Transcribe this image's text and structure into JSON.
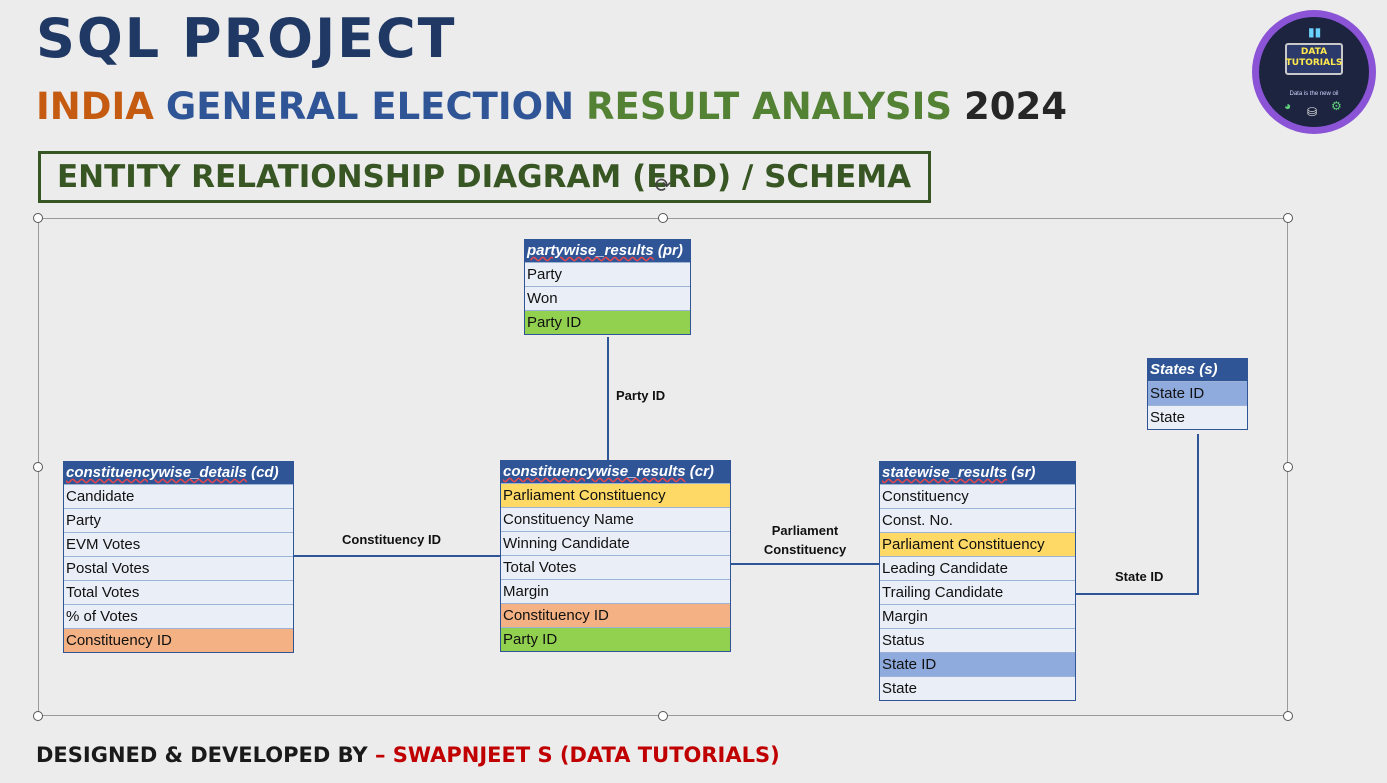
{
  "header": {
    "title": "SQL PROJECT",
    "subtitle_parts": [
      "INDIA",
      "GENERAL ELECTION",
      "RESULT ANALYSIS",
      "2024"
    ]
  },
  "erd_heading": "ENTITY RELATIONSHIP DIAGRAM (ERD) / SCHEMA",
  "logo": {
    "text_line1": "DATA",
    "text_line2": "TUTORIALS",
    "tagline": "Data is the new oil"
  },
  "colors": {
    "title": "#1f3864",
    "india": "#c55a11",
    "general_election": "#2f5597",
    "result_analysis": "#548235",
    "table_header": "#2f5597",
    "party_id_key": "#92d050",
    "constituency_id_key": "#f4b183",
    "parliament_constituency_key": "#ffd966",
    "state_id_key": "#8faadc",
    "footer_name": "#c00000"
  },
  "tables": {
    "partywise_results": {
      "title": "partywise_results",
      "alias": " (pr)",
      "rows": [
        "Party",
        "Won",
        "Party ID"
      ]
    },
    "states": {
      "title": "States",
      "alias": " (s)",
      "rows": [
        "State ID",
        "State"
      ]
    },
    "constituencywise_details": {
      "title": "constituencywise_details",
      "alias": " (cd)",
      "rows": [
        "Candidate",
        "Party",
        "EVM Votes",
        "Postal Votes",
        "Total Votes",
        "% of Votes",
        "Constituency ID"
      ]
    },
    "constituencywise_results": {
      "title": "constituencywise_results",
      "alias": " (cr)",
      "rows": [
        "Parliament Constituency",
        "Constituency Name",
        "Winning Candidate",
        "Total Votes",
        "Margin",
        "Constituency ID",
        "Party ID"
      ]
    },
    "statewise_results": {
      "title": "statewise_results",
      "alias": " (sr)",
      "rows": [
        "Constituency",
        "Const. No.",
        "Parliament Constituency",
        "Leading Candidate",
        "Trailing Candidate",
        "Margin",
        "Status",
        "State ID",
        "State"
      ]
    }
  },
  "relationships": {
    "party_id": "Party ID",
    "constituency_id": "Constituency ID",
    "parliament_constituency_line1": "Parliament",
    "parliament_constituency_line2": "Constituency",
    "state_id": "State ID"
  },
  "footer": {
    "prefix": "DESIGNED & DEVELOPED BY ",
    "name": "– SWAPNJEET S (DATA TUTORIALS)"
  }
}
